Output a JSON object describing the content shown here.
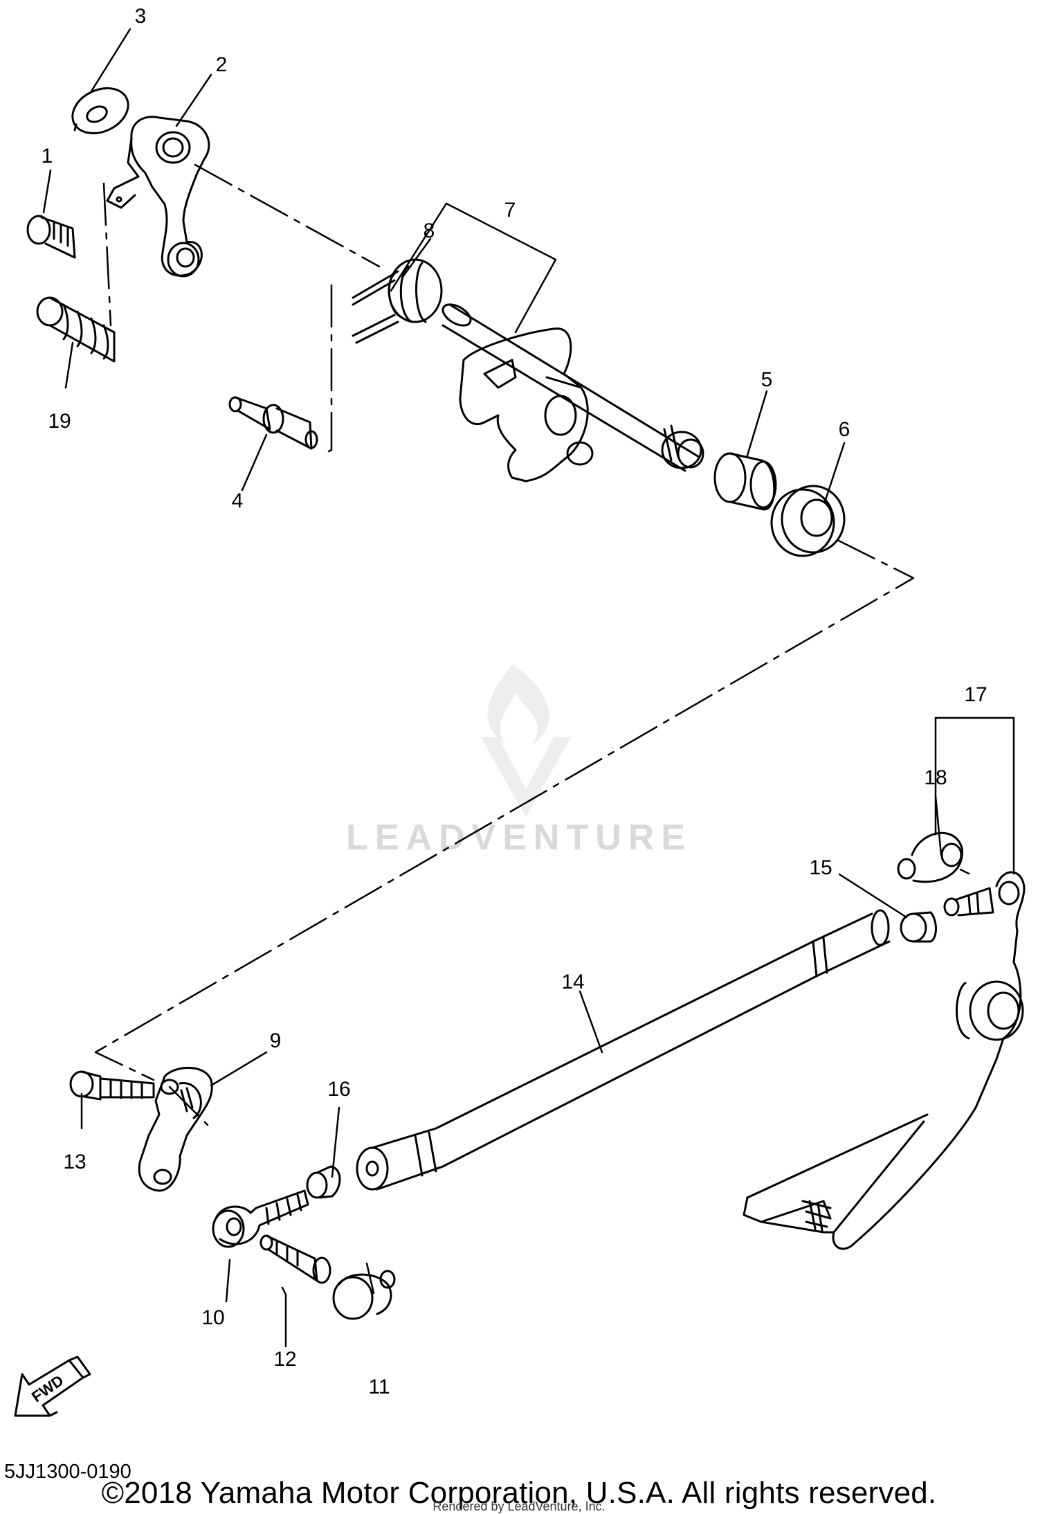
{
  "diagram": {
    "callouts": [
      "1",
      "2",
      "3",
      "4",
      "5",
      "6",
      "7",
      "8",
      "9",
      "10",
      "11",
      "12",
      "13",
      "14",
      "15",
      "16",
      "17",
      "18",
      "19"
    ],
    "fwd_label": "FWD",
    "diagram_code": "5JJ1300-0190",
    "copyright": "©2018 Yamaha Motor Corporation, U.S.A. All rights reserved.",
    "render_credit": "Rendered by LeadVenture, Inc.",
    "watermark": "LEADVENTURE"
  }
}
